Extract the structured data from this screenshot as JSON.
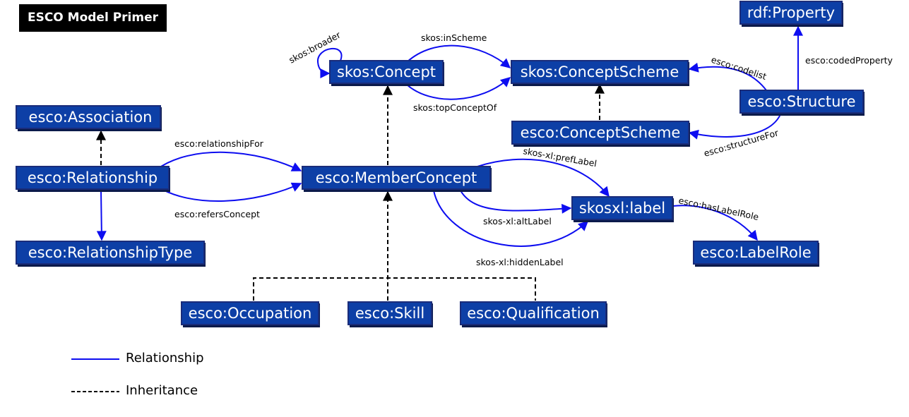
{
  "title": "ESCO Model Primer",
  "colors": {
    "node_fill": "#0d3fa6",
    "node_text": "#ffffff",
    "relationship_line": "#0d0df0",
    "inheritance_line": "#000000"
  },
  "nodes": {
    "rdf_property": "rdf:Property",
    "skos_concept": "skos:Concept",
    "skos_concept_scheme": "skos:ConceptScheme",
    "esco_structure": "esco:Structure",
    "esco_association": "esco:Association",
    "esco_concept_scheme": "esco:ConceptScheme",
    "esco_relationship": "esco:Relationship",
    "esco_member_concept": "esco:MemberConcept",
    "skosxl_label": "skosxl:label",
    "esco_relationship_type": "esco:RelationshipType",
    "esco_label_role": "esco:LabelRole",
    "esco_occupation": "esco:Occupation",
    "esco_skill": "esco:Skill",
    "esco_qualification": "esco:Qualification"
  },
  "edges": {
    "skos_broader": "skos:broader",
    "skos_in_scheme": "skos:inScheme",
    "skos_top_concept_of": "skos:topConceptOf",
    "esco_codelist": "esco:codelist",
    "esco_coded_property": "esco:codedProperty",
    "esco_structure_for": "esco:structureFor",
    "esco_relationship_for": "esco:relationshipFor",
    "esco_refers_concept": "esco:refersConcept",
    "skos_xl_pref_label": "skos-xl:prefLabel",
    "skos_xl_alt_label": "skos-xl:altLabel",
    "skos_xl_hidden_label": "skos-xl:hiddenLabel",
    "esco_has_label_role": "esco:hasLabelRole"
  },
  "legend": {
    "relationship": "Relationship",
    "inheritance": "Inheritance"
  }
}
